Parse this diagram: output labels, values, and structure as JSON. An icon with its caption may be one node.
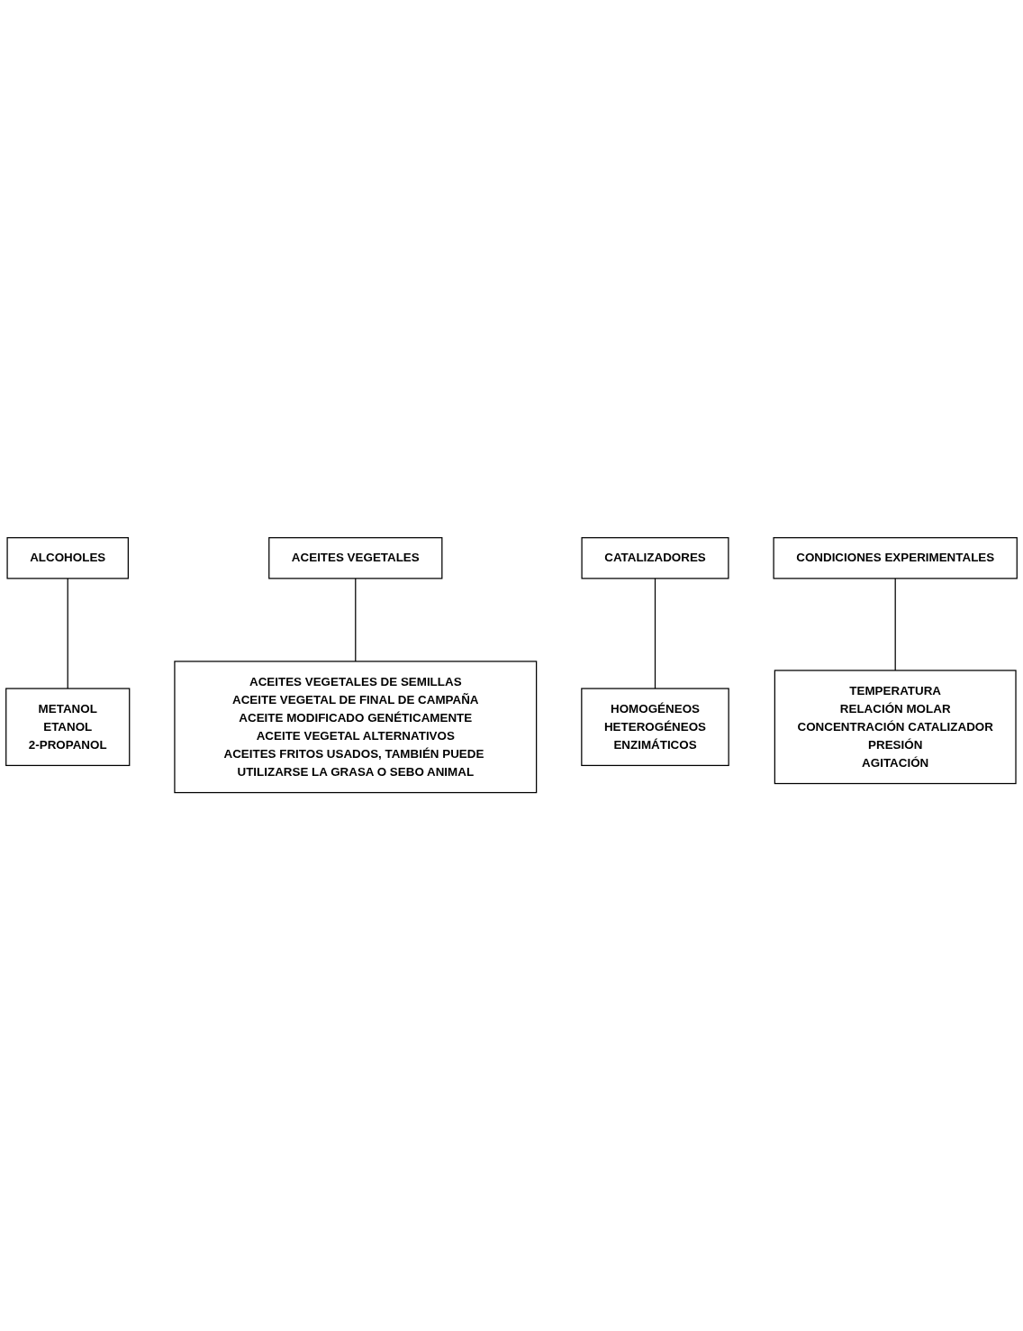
{
  "diagram": {
    "nodes": [
      {
        "text": [
          "ALCOHOLES"
        ]
      },
      {
        "text": [
          "ACEITES VEGETALES"
        ]
      },
      {
        "text": [
          "METANOL",
          "ETANOL",
          "2-PROPANOL"
        ]
      },
      {
        "text": [
          "ACEITES VEGETALES DE SEMILLAS",
          "ACEITE VEGETAL DE FINAL DE CAMPAÑA",
          "ACEITE MODIFICADO GENÉTICAMENTE",
          "ACEITE VEGETAL ALTERNATIVOS",
          "ACEITES FRITOS USADOS, TAMBIÉN PUEDE UTILIZARSE LA GRASA O SEBO ANIMAL"
        ]
      },
      {
        "text": [
          "CATALIZADORES"
        ]
      },
      {
        "text": [
          "CONDICIONES EXPERIMENTALES"
        ]
      },
      {
        "text": [
          "HOMOGÉNEOS",
          "HETEROGÉNEOS",
          "ENZIMÁTICOS"
        ]
      },
      {
        "text": [
          "TEMPERATURA",
          "RELACIÓN MOLAR",
          "CONCENTRACIÓN CATALIZADOR",
          "PRESIÓN",
          "AGITACIÓN"
        ]
      }
    ],
    "edges": [
      {
        "from": 0,
        "to": 2,
        "arrow": "none"
      },
      {
        "from": 1,
        "to": 3,
        "arrow": "none"
      },
      {
        "from": 4,
        "to": 6,
        "arrow": "none"
      },
      {
        "from": 5,
        "to": 7,
        "arrow": "none"
      }
    ]
  }
}
